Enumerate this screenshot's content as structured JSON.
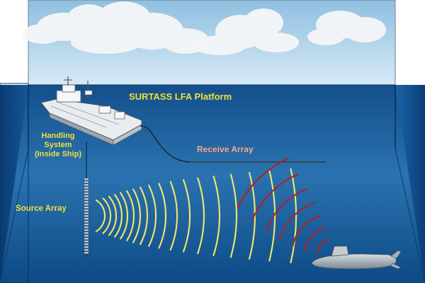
{
  "labels": {
    "platform": "SURTASS LFA Platform",
    "receive_array": "Receive Array",
    "source_array": "Source Array",
    "handling_line1": "Handling",
    "handling_line2": "System",
    "handling_line3": "(Inside Ship)"
  },
  "colors": {
    "label_yellow": "#f2df3a",
    "wave_yellow": "#f4e66a",
    "echo_red": "#a8252a",
    "sky": "#a9cde6",
    "ocean_top": "#1d5d96",
    "ocean_bottom": "#0d3e78"
  },
  "icons": {
    "ship": "ship-icon",
    "submarine": "submarine-icon",
    "cloud": "cloud-icon"
  }
}
